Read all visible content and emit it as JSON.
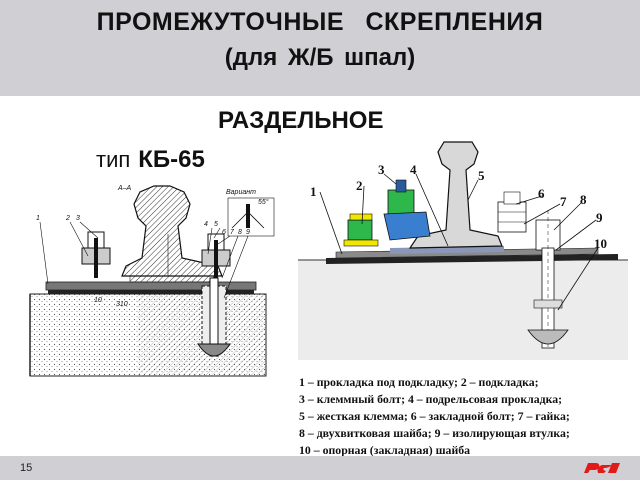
{
  "header": {
    "title_line1": "ПРОМЕЖУТОЧНЫЕ СКРЕПЛЕНИЯ",
    "title_line2": "(для Ж/Б шпал)"
  },
  "subtitle": "РАЗДЕЛЬНОЕ",
  "fastening_type": {
    "prefix": "тип",
    "code": "КБ-65"
  },
  "left_drawing": {
    "labels": [
      "1",
      "2",
      "3",
      "4",
      "5",
      "6",
      "7",
      "8",
      "9"
    ],
    "section_label": "А–А",
    "variant_label": "Вариант",
    "angle_label": "55°",
    "dim_10": "10",
    "dim_310": "310"
  },
  "right_drawing": {
    "callouts": [
      "1",
      "2",
      "3",
      "4",
      "5",
      "6",
      "7",
      "8",
      "9",
      "10"
    ]
  },
  "legend": [
    "1 – прокладка под подкладку; 2 – подкладка;",
    "3 – клеммный болт; 4 – подрельсовая прокладка;",
    "5 – жесткая клемма; 6 – закладной болт; 7 – гайка;",
    "8 – двухвитковая шайба; 9 – изолирующая втулка;",
    "10 – опорная (закладная) шайба"
  ],
  "footer": {
    "page_number": "15"
  },
  "colors": {
    "header_bg": "#d0d0d4",
    "logo_red": "#e21a1a",
    "green_block": "#2eb84c",
    "blue_pad": "#3a7fcf",
    "yellow_washer": "#f2e600"
  },
  "icons": {
    "logo": "rzd-logo-icon"
  }
}
